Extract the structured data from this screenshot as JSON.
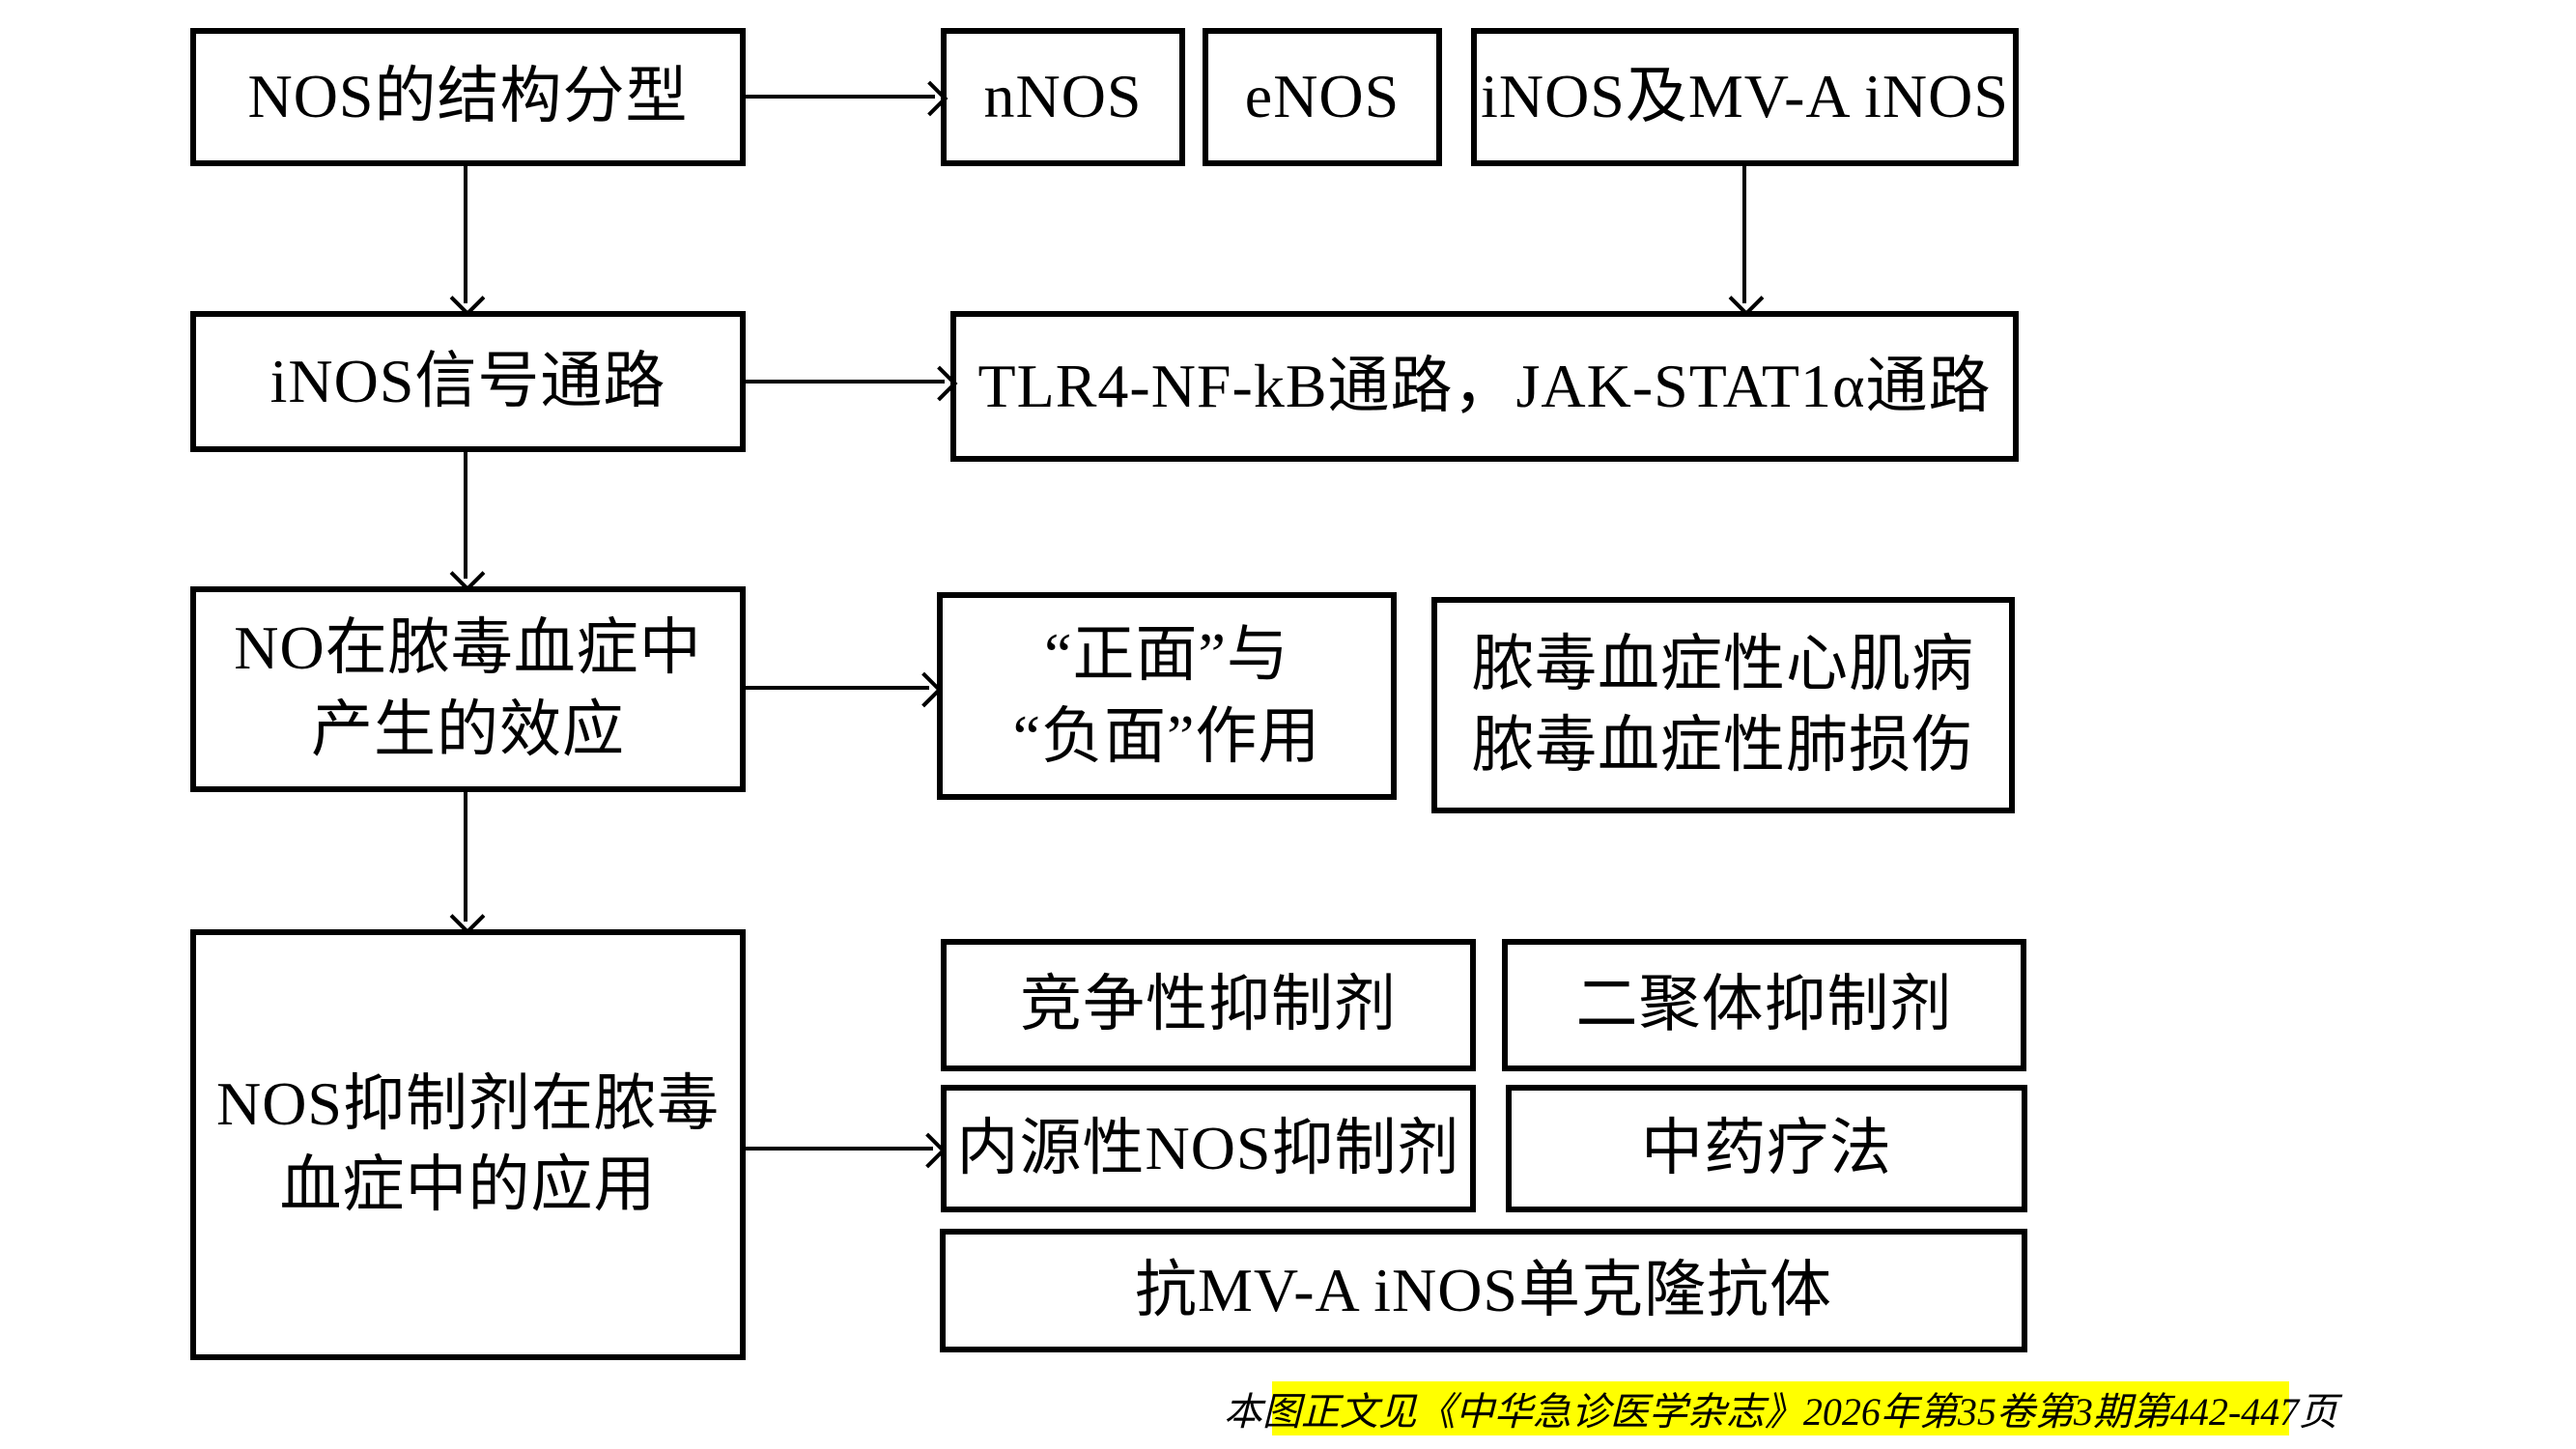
{
  "canvas": {
    "background": "#ffffff",
    "ink": "#000000"
  },
  "nodes": {
    "nos_structure": {
      "label": "NOS的结构分型"
    },
    "nnos": {
      "label": "nNOS"
    },
    "enos": {
      "label": "eNOS"
    },
    "inos_mva": {
      "label": "iNOS及MV-A iNOS"
    },
    "inos_signal": {
      "label": "iNOS信号通路"
    },
    "tlr4": {
      "label": "TLR4-NF-kB通路，JAK-STAT1α通路"
    },
    "no_effect": {
      "label": "NO在脓毒血症中\n产生的效应"
    },
    "pos_neg": {
      "label": "“正面”与\n“负面”作用"
    },
    "cardio": {
      "label": "脓毒血症性心肌病\n脓毒血症性肺损伤"
    },
    "nos_inhibitor": {
      "label": "NOS抑制剂在脓毒\n血症中的应用"
    },
    "competitive": {
      "label": "竞争性抑制剂"
    },
    "dimer": {
      "label": "二聚体抑制剂"
    },
    "endogenous": {
      "label": "内源性NOS抑制剂"
    },
    "tcm": {
      "label": "中药疗法"
    },
    "mab": {
      "label": "抗MV-A iNOS单克隆抗体"
    }
  },
  "edges": [
    {
      "from": "nos_structure",
      "to": "nnos"
    },
    {
      "from": "nos_structure",
      "to": "inos_signal"
    },
    {
      "from": "inos_mva",
      "to": "tlr4"
    },
    {
      "from": "inos_signal",
      "to": "tlr4"
    },
    {
      "from": "inos_signal",
      "to": "no_effect"
    },
    {
      "from": "no_effect",
      "to": "pos_neg"
    },
    {
      "from": "no_effect",
      "to": "nos_inhibitor"
    },
    {
      "from": "nos_inhibitor",
      "to": "endogenous"
    }
  ],
  "footer": {
    "text": "本图正文见《中华急诊医学杂志》2026年第35卷第3期第442-447页",
    "highlight_color": "#ffff00"
  }
}
